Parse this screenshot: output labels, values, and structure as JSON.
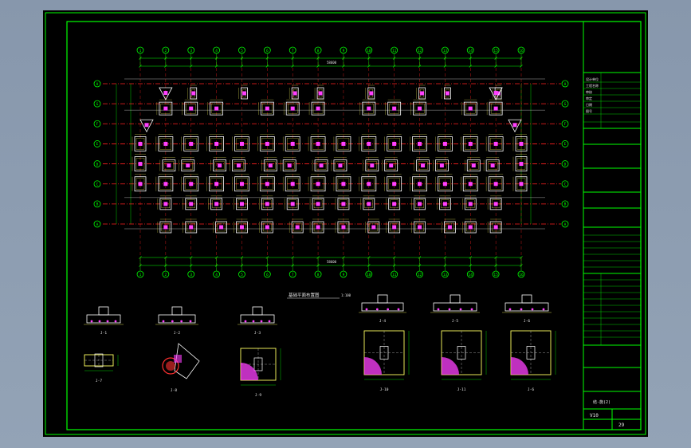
{
  "sheet": {
    "plan_title": "基础平面布置图",
    "plan_scale": "1:100",
    "overall_dimension": "58600",
    "drawing_number": "结-施(2)",
    "sheet_number": "29",
    "version": "V10",
    "title_block_fragments": [
      "设计单位",
      "工程名称",
      "审核",
      "审定",
      "日期",
      "图号"
    ]
  },
  "axes": {
    "columns": [
      "1",
      "2",
      "3",
      "4",
      "5",
      "6",
      "7",
      "8",
      "9",
      "10",
      "11",
      "12",
      "13",
      "14",
      "15",
      "16"
    ],
    "rows": [
      "A",
      "B",
      "C",
      "D",
      "E",
      "F",
      "G",
      "H"
    ]
  },
  "details": {
    "labels": [
      "J-1",
      "J-2",
      "J-3",
      "J-4",
      "J-5",
      "J-6",
      "J-7",
      "J-8",
      "J-9",
      "J-10",
      "J-11"
    ]
  },
  "colors": {
    "sheet_border": "#00ff00",
    "axis_line": "#ff2020",
    "footing": "#ffffff",
    "column": "#ff40ff",
    "dimension": "#ffff60",
    "text": "#e6e6e6"
  }
}
